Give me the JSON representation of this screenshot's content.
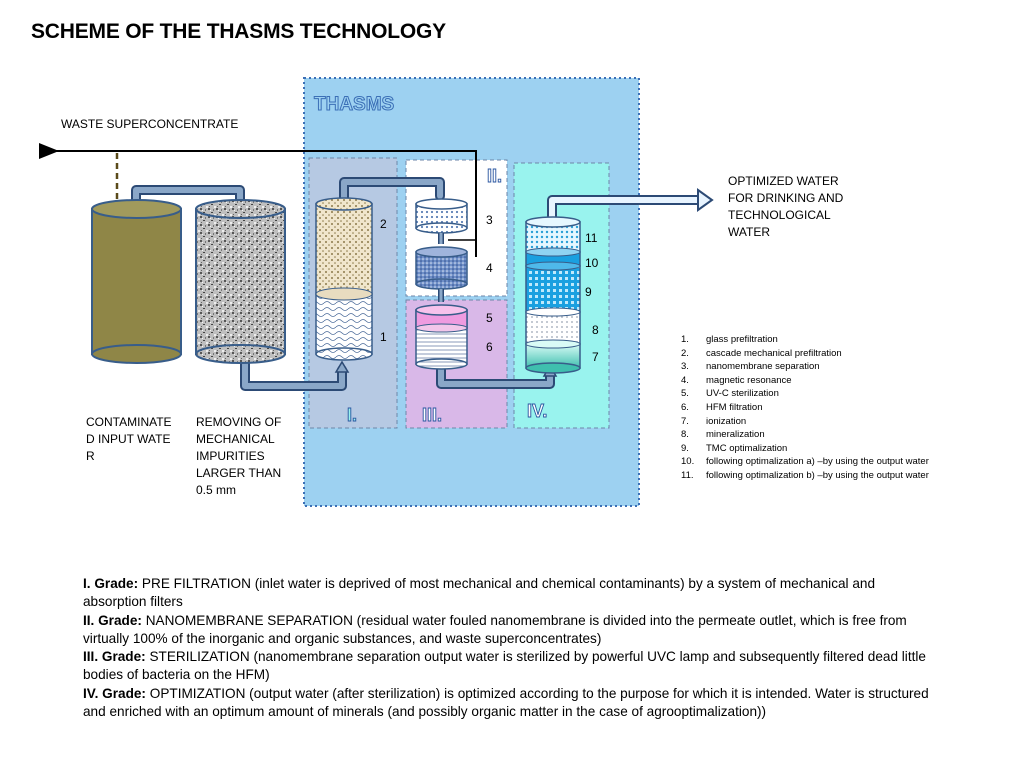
{
  "title": "SCHEME OF THE THASMS TECHNOLOGY",
  "thasms_label": "THASMS",
  "waste_label": "WASTE SUPERCONCENTRATE",
  "output_label": "OPTIMIZED WATER FOR DRINKING AND TECHNOLOGICAL WATER",
  "input_caption": "CONTAMINATED INPUT WATER",
  "removing_caption": "REMOVING OF MECHANICAL IMPURITIES LARGER THAN 0.5 mm",
  "stage_labels": [
    "I.",
    "II.",
    "III.",
    "IV."
  ],
  "component_numbers": [
    "1",
    "2",
    "3",
    "4",
    "5",
    "6",
    "7",
    "8",
    "9",
    "10",
    "11"
  ],
  "legend": [
    {
      "n": "1.",
      "text": "glass prefiltration"
    },
    {
      "n": "2.",
      "text": "cascade mechanical prefiltration"
    },
    {
      "n": "3.",
      "text": "nanomembrane  separation"
    },
    {
      "n": "4.",
      "text": "magnetic resonance"
    },
    {
      "n": "5.",
      "text": "UV-C sterilization"
    },
    {
      "n": "6.",
      "text": "HFM filtration"
    },
    {
      "n": "7.",
      "text": "ionization"
    },
    {
      "n": "8.",
      "text": "mineralization"
    },
    {
      "n": "9.",
      "text": "TMC optimalization"
    },
    {
      "n": "10.",
      "text": "following optimalization  a) –by using the output water"
    },
    {
      "n": "11.",
      "text": "following optimalization  b) –by using the output water"
    }
  ],
  "grades": [
    {
      "label": "I. Grade:",
      "text": "  PRE FILTRATION (inlet water is deprived of most mechanical and chemical contaminants) by a system of mechanical and absorption filters"
    },
    {
      "label": "II. Grade:",
      "text": " NANOMEMBRANE SEPARATION (residual water fouled nanomembrane is divided into the permeate outlet, which is free from virtually 100% of the inorganic and organic substances, and waste superconcentrates)"
    },
    {
      "label": "III. Grade:",
      "text": " STERILIZATION (nanomembrane separation output water is sterilized by powerful UVC lamp and subsequently filtered dead little bodies of bacteria on the HFM)"
    },
    {
      "label": "IV. Grade:",
      "text": " OPTIMIZATION (output water (after sterilization) is optimized according to the purpose for which it is intended. Water is structured  and enriched with an optimum amount of minerals (and possibly organic matter in the case of agrooptimalization))"
    }
  ],
  "colors": {
    "thasms_panel": "#9dd1f1",
    "stage1": "#b6c9e3",
    "stage2": "#ffffff",
    "stage3": "#d9b8e8",
    "stage4": "#99f3ee",
    "tank": "#8f8647",
    "pipe": "#8aa7c8",
    "frame": "#385d8a"
  }
}
